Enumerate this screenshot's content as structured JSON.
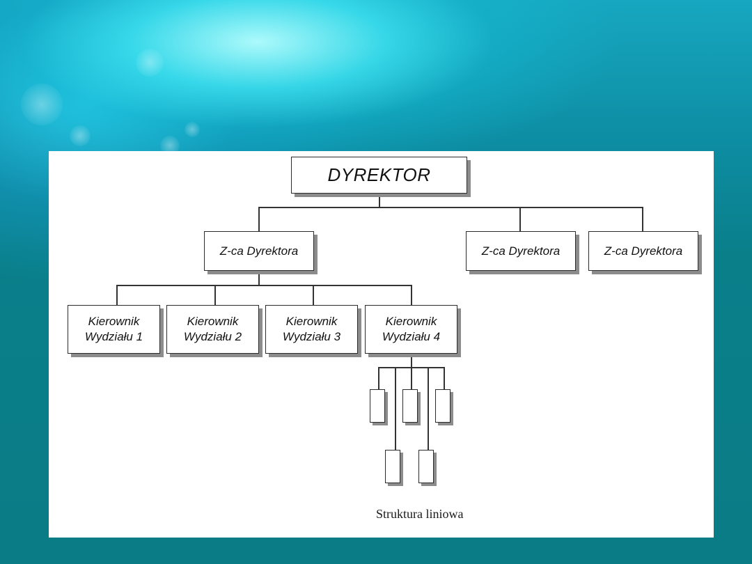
{
  "diagram": {
    "director": "DYREKTOR",
    "deputies": [
      "Z-ca Dyrektora",
      "Z-ca Dyrektora",
      "Z-ca Dyrektora"
    ],
    "managers": [
      {
        "line1": "Kierownik",
        "line2": "Wydziału 1"
      },
      {
        "line1": "Kierownik",
        "line2": "Wydziału 2"
      },
      {
        "line1": "Kierownik",
        "line2": "Wydziału 3"
      },
      {
        "line1": "Kierownik",
        "line2": "Wydziału 4"
      }
    ],
    "caption": "Struktura liniowa"
  }
}
